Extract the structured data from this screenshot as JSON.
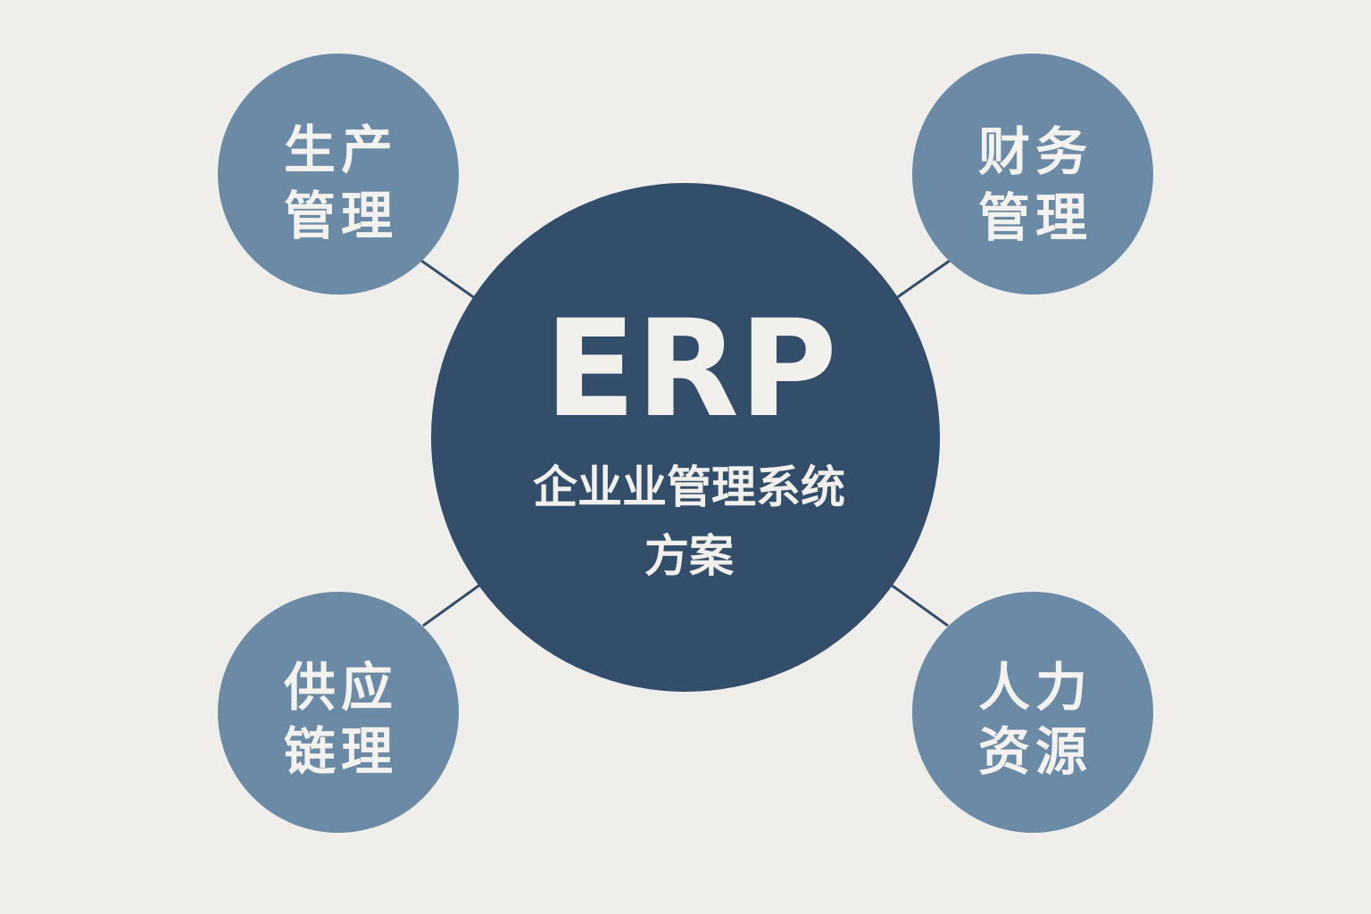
{
  "colors": {
    "background": "#efeeeb",
    "hub": "#334e6a",
    "node": "#6a8aa5",
    "connector": "#334e6a",
    "text": "#f1f0ec"
  },
  "hub": {
    "title": "ERP",
    "subtitle_line1": "企业业管理系统",
    "subtitle_line2": "方案"
  },
  "nodes": [
    {
      "line1": "生产",
      "line2": "管理"
    },
    {
      "line1": "财务",
      "line2": "管理"
    },
    {
      "line1": "供应",
      "line2": "链理"
    },
    {
      "line1": "人力",
      "line2": "资源"
    }
  ]
}
